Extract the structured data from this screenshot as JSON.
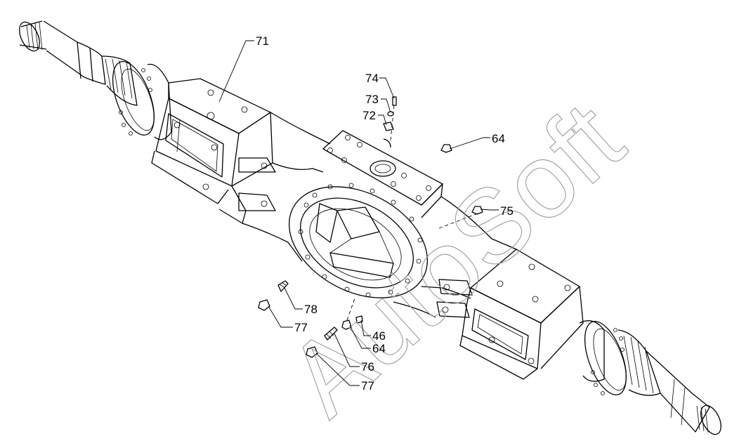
{
  "watermark": "AutoSoft",
  "callouts": [
    {
      "id": "c71a",
      "label": "71"
    },
    {
      "id": "c74",
      "label": "74"
    },
    {
      "id": "c73",
      "label": "73"
    },
    {
      "id": "c72",
      "label": "72"
    },
    {
      "id": "c64a",
      "label": "64"
    },
    {
      "id": "c75",
      "label": "75"
    },
    {
      "id": "c78",
      "label": "78"
    },
    {
      "id": "c77a",
      "label": "77"
    },
    {
      "id": "c46",
      "label": "46"
    },
    {
      "id": "c64b",
      "label": "64"
    },
    {
      "id": "c76",
      "label": "76"
    },
    {
      "id": "c77b",
      "label": "77"
    }
  ]
}
